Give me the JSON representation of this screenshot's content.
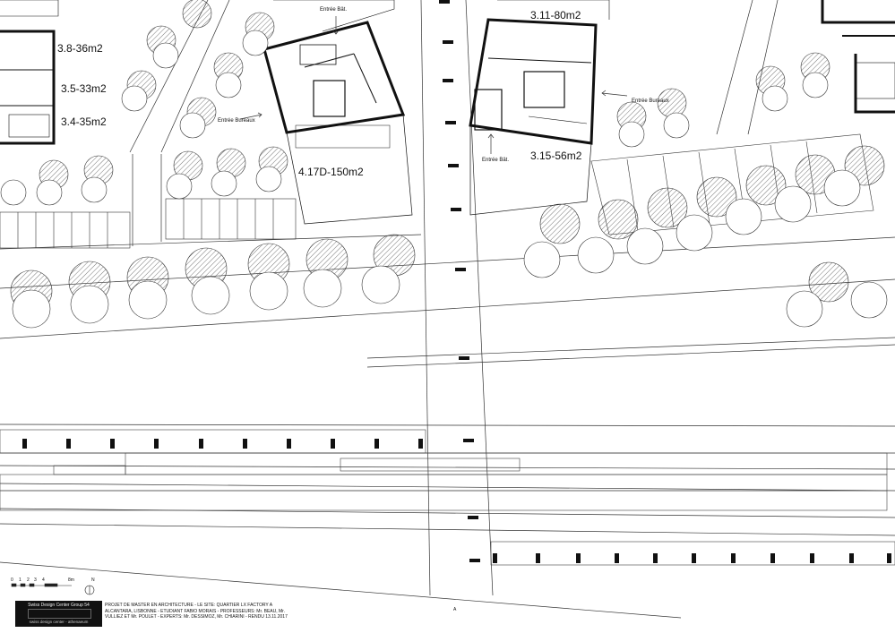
{
  "labels": {
    "area_38": "3.8-36m2",
    "area_35": "3.5-33m2",
    "area_34": "3.4-35m2",
    "area_417d": "4.17D-150m2",
    "area_311": "3.11-80m2",
    "area_315": "3.15-56m2",
    "entree_bat_top": "Entrée Bât.",
    "entree_bureaux_left": "Entrée Bureaux",
    "entree_bat_bottom": "Entrée Bât.",
    "entree_bureaux_right": "Entrée Bureaux",
    "section_mark": "A"
  },
  "scale_bar": {
    "ticks": [
      "0",
      "1",
      "2",
      "3",
      "4",
      "",
      "8m"
    ],
    "north": "N"
  },
  "title_block": {
    "name": "Swiss Design Center Group 54",
    "subtitle": "swiss design center - athenaeum",
    "description": "PROJET DE MASTER EN ARCHITECTURE - LE SITE: QUARTIER LX FACTORY A ALCANTARA, LISBONNE - ETUDIANT FABIO MORAIS - PROFESSEURS: Mr. BEAU, Mr. VULLIEZ ET Mr. POULET - EXPERTS: Mr. DESSIMOZ, Mr. CHIARINI - RENDU 13.11.2017"
  },
  "colors": {
    "line": "#222222",
    "hatch": "#555555",
    "background": "#ffffff"
  }
}
